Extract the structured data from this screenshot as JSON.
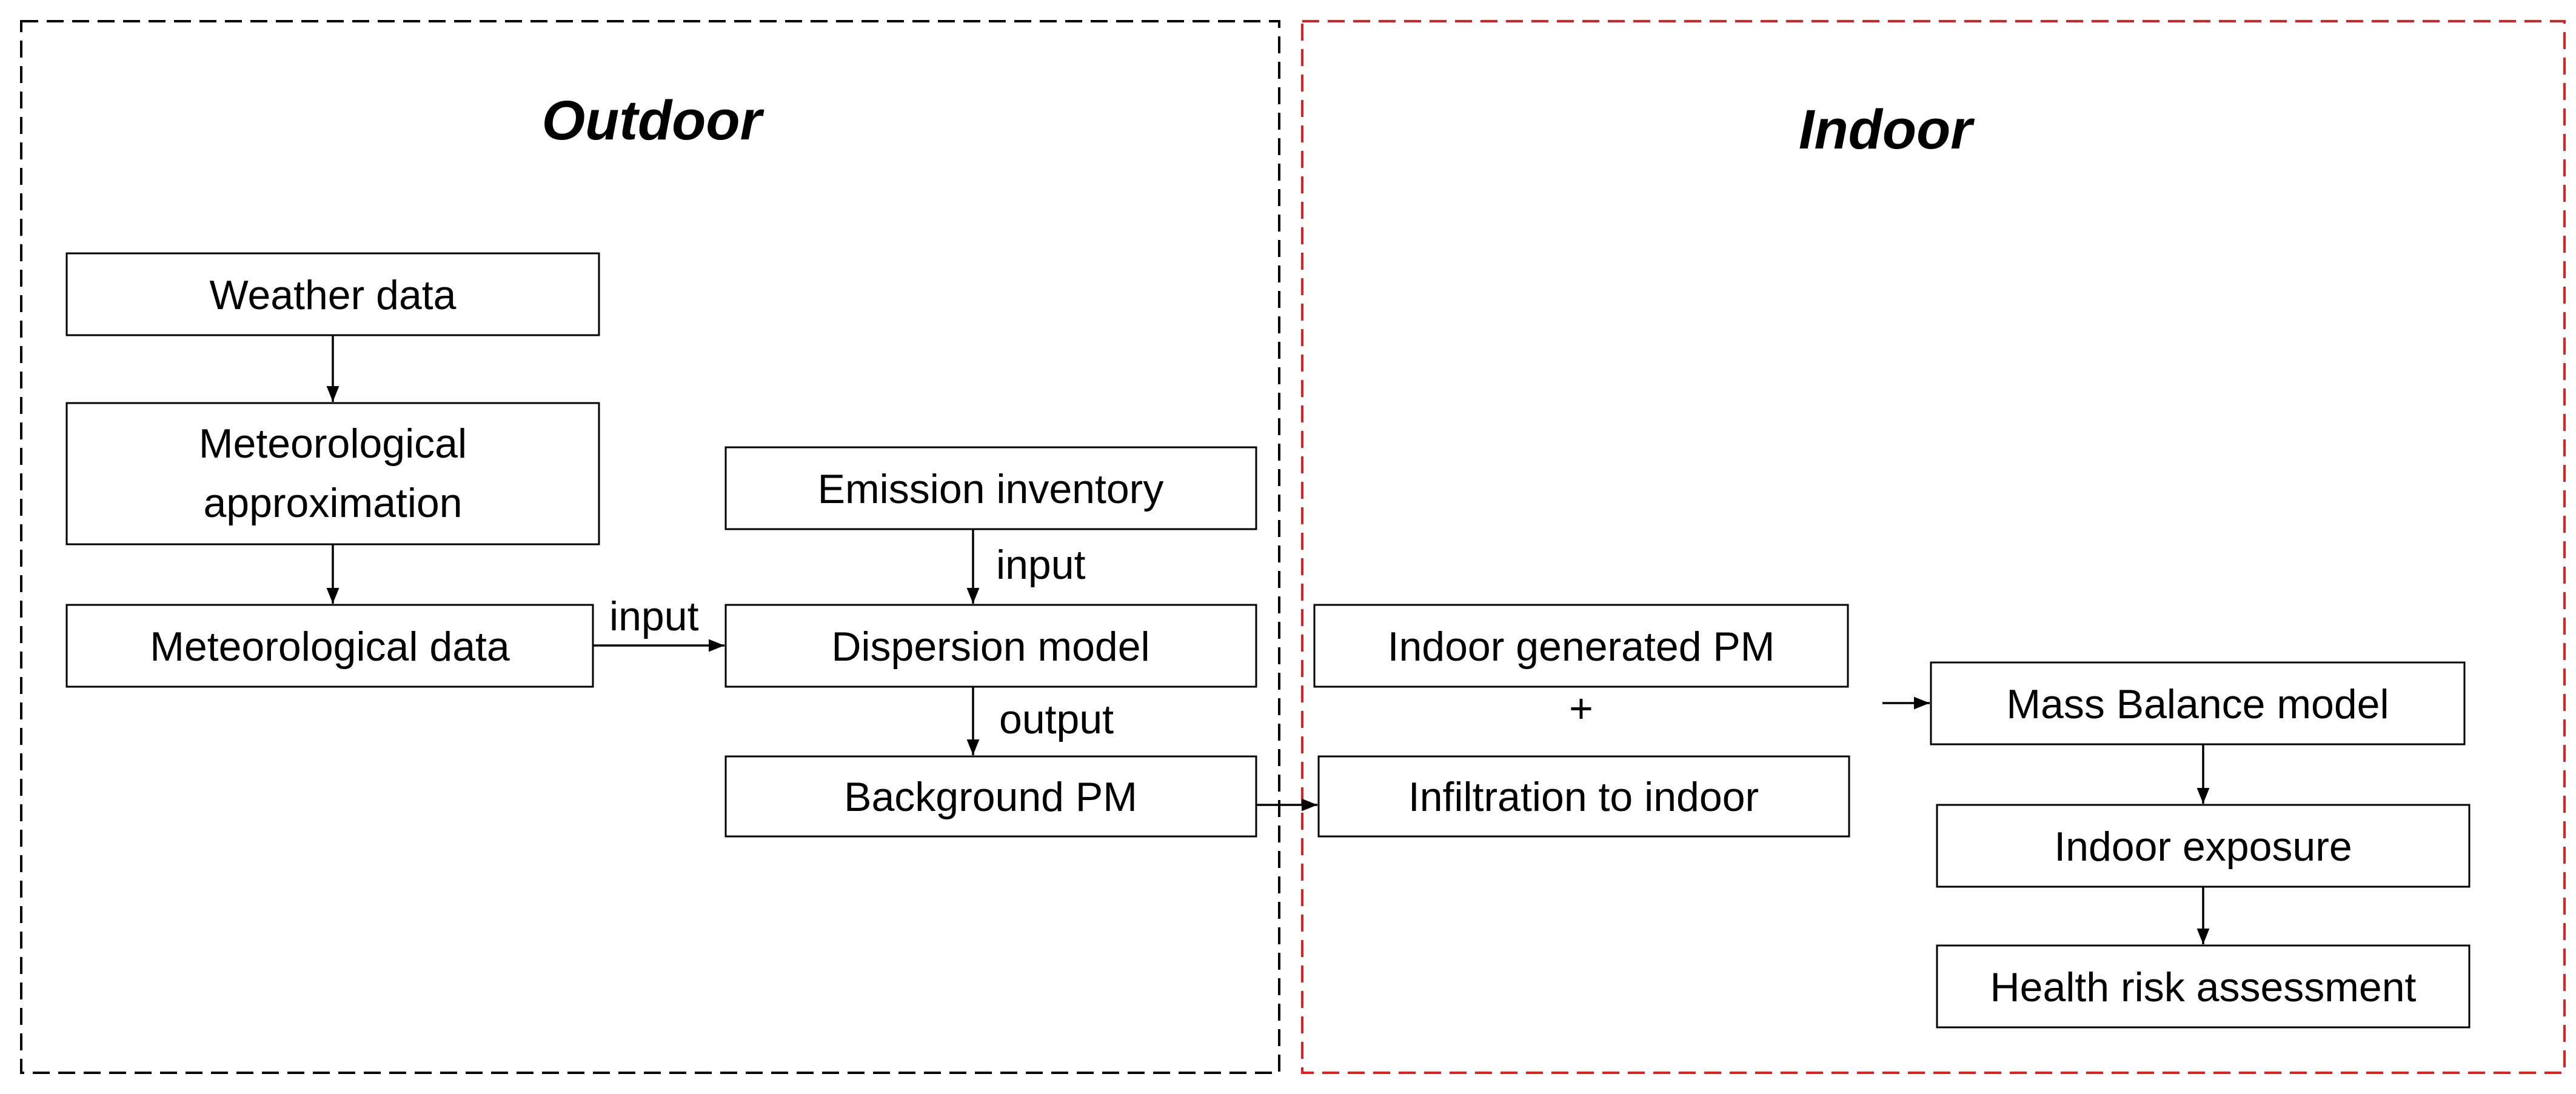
{
  "regions": {
    "outdoor": {
      "title": "Outdoor",
      "border_color": "#000000"
    },
    "indoor": {
      "title": "Indoor",
      "border_color": "#e02020"
    }
  },
  "boxes": {
    "weather_data": "Weather data",
    "meteorological_approximation_line1": "Meteorological",
    "meteorological_approximation_line2": "approximation",
    "meteorological_data": "Meteorological data",
    "emission_inventory": "Emission inventory",
    "dispersion_model": "Dispersion model",
    "background_pm": "Background PM",
    "indoor_generated_pm": "Indoor generated PM",
    "infiltration_to_indoor": "Infiltration to indoor",
    "mass_balance_model": "Mass Balance model",
    "indoor_exposure": "Indoor exposure",
    "health_risk_assessment": "Health risk assessment"
  },
  "labels": {
    "input_from_met": "input",
    "input_from_emission": "input",
    "output_from_dispersion": "output",
    "plus": "+"
  },
  "colors": {
    "outdoor_border": "#000000",
    "indoor_border": "#e02020",
    "box_stroke": "#000000",
    "arrow": "#000000"
  }
}
